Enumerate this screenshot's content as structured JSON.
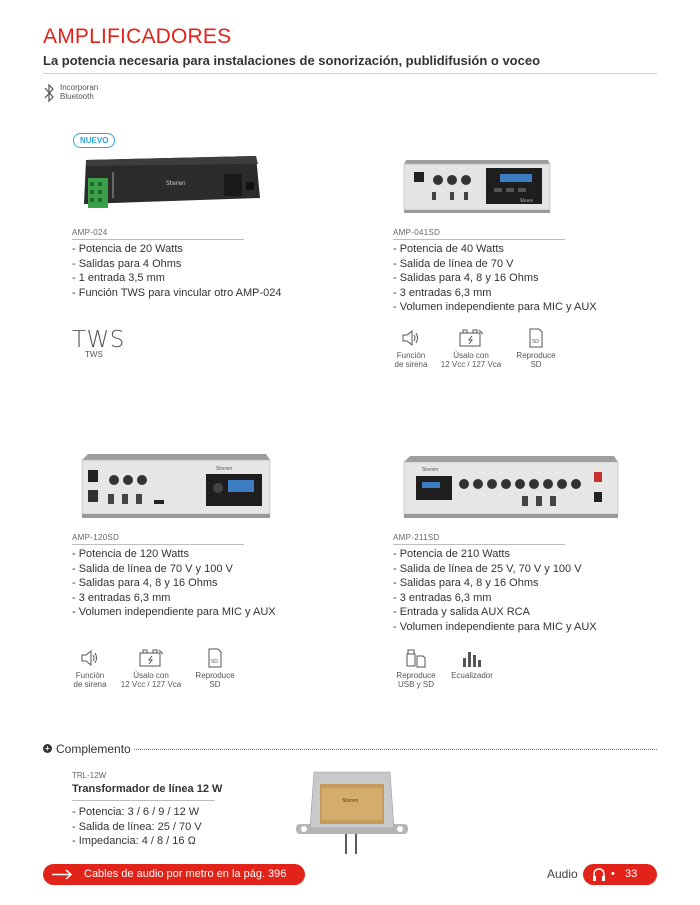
{
  "header": {
    "title": "AMPLIFICADORES",
    "subtitle": "La potencia necesaria para instalaciones de sonorización, publidifusión o voceo",
    "bluetooth_line1": "Incorporan",
    "bluetooth_line2": "Bluetooth"
  },
  "products": [
    {
      "badge": "NUEVO",
      "code": "AMP-024",
      "specs": [
        "- Potencia de 20 Watts",
        "- Salidas para 4 Ohms",
        "- 1 entrada 3,5 mm",
        "- Función TWS para vincular otro AMP-024"
      ],
      "tws_big": "TWS",
      "tws_small": "TWS",
      "device_brand": "Steren"
    },
    {
      "code": "AMP-041SD",
      "specs": [
        "- Potencia de 40 Watts",
        "- Salida de línea de 70 V",
        "- Salidas para 4, 8 y 16 Ohms",
        "- 3 entradas 6,3 mm",
        "- Volumen independiente para MIC y AUX"
      ],
      "features": [
        {
          "icon": "speaker-icon",
          "line1": "Función",
          "line2": "de sirena"
        },
        {
          "icon": "car-battery-icon",
          "line1": "Úsalo con",
          "line2": "12 Vcc / 127 Vca"
        },
        {
          "icon": "sd-card-icon",
          "line1": "Reproduce",
          "line2": "SD",
          "glyph": "SD"
        }
      ],
      "device_brand": "Steren"
    },
    {
      "code": "AMP-120SD",
      "specs": [
        "- Potencia de 120 Watts",
        "- Salida de línea de 70 V y 100 V",
        "- Salidas para 4, 8 y 16 Ohms",
        "- 3 entradas 6,3 mm",
        "- Volumen independiente para MIC y AUX"
      ],
      "features": [
        {
          "icon": "speaker-icon",
          "line1": "Función",
          "line2": "de sirena"
        },
        {
          "icon": "car-battery-icon",
          "line1": "Úsalo con",
          "line2": "12 Vcc / 127 Vca"
        },
        {
          "icon": "sd-card-icon",
          "line1": "Reproduce",
          "line2": "SD",
          "glyph": "SD"
        }
      ],
      "device_brand": "Steren"
    },
    {
      "code": "AMP-211SD",
      "specs": [
        "- Potencia de 210 Watts",
        "- Salida de línea de 25 V, 70 V y 100 V",
        "- Salidas para 4, 8 y 16 Ohms",
        "- 3 entradas 6,3 mm",
        "- Entrada y salida AUX RCA",
        "- Volumen independiente para MIC y AUX"
      ],
      "features": [
        {
          "icon": "usb-sd-icon",
          "line1": "Reproduce",
          "line2": "USB y SD"
        },
        {
          "icon": "equalizer-icon",
          "line1": "Ecualizador",
          "line2": ""
        }
      ],
      "device_brand": "Steren"
    }
  ],
  "complement": {
    "title": "Complemento",
    "code": "TRL-12W",
    "name": "Transformador de línea 12 W",
    "specs": [
      "- Potencia: 3 / 6 / 9 / 12 W",
      "- Salida de línea: 25 / 70 V",
      "- Impedancia: 4 / 8 / 16 Ω"
    ],
    "device_brand": "Steren"
  },
  "footer": {
    "link_text": "Cables de audio por metro en la pág. 396",
    "section": "Audio",
    "page": "33",
    "bullet": "•"
  },
  "colors": {
    "accent": "#e2231a",
    "badge": "#2aa7d6",
    "text": "#333333"
  }
}
